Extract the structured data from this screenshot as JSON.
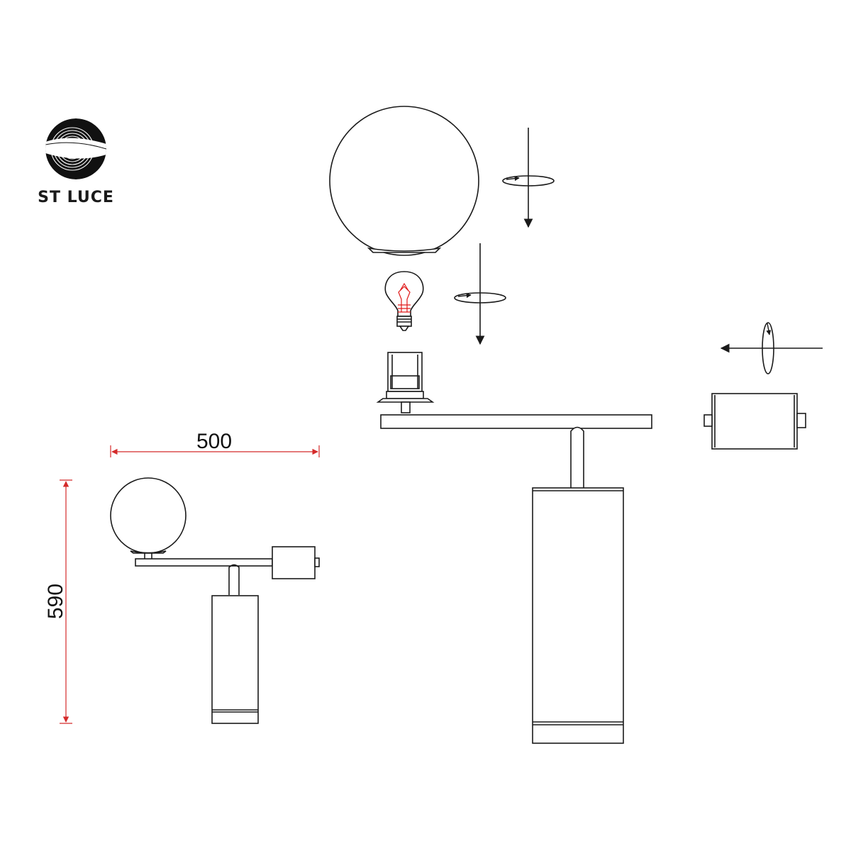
{
  "brand": {
    "name": "ST LUCE",
    "logo_icon": "spiral-s-logo"
  },
  "dimensions": {
    "width_label": "500",
    "height_label": "590",
    "color": "#d42a2a"
  },
  "colors": {
    "line": "#1a1a1a",
    "bulb_filament": "#e01a1a"
  }
}
